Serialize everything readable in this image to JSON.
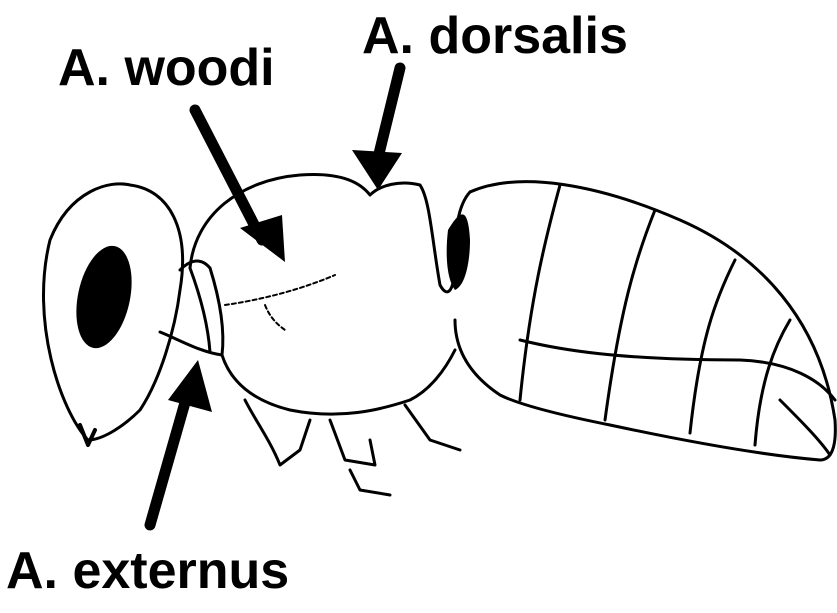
{
  "labels": {
    "woodi": "A. woodi",
    "dorsalis": "A. dorsalis",
    "externus": "A. externus"
  },
  "colors": {
    "ink": "#000000",
    "background": "#ffffff"
  }
}
